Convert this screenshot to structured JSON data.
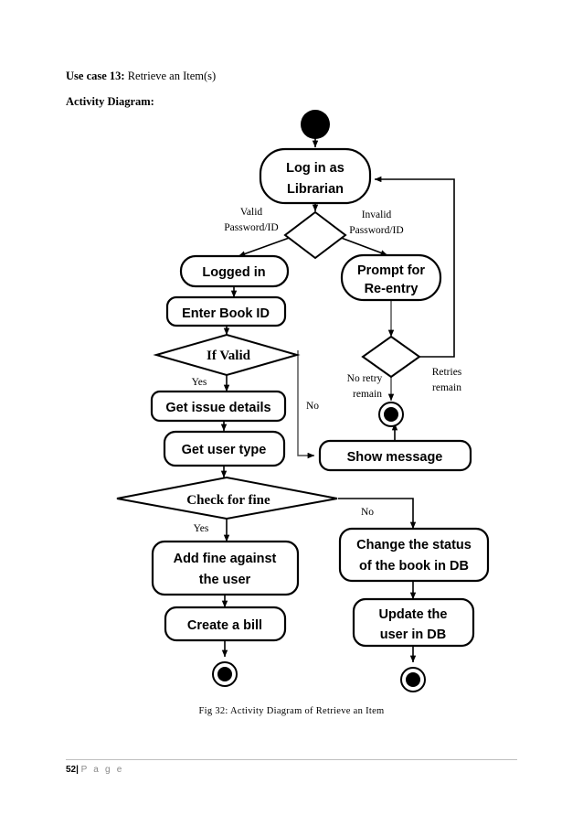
{
  "document": {
    "use_case_label": "Use case 13:",
    "use_case_title": "Retrieve an Item(s)",
    "section_label": "Activity Diagram:",
    "caption": "Fig 32: Activity Diagram of Retrieve an Item",
    "footer_page_number": "52",
    "footer_separator": "|",
    "footer_word": "P a g e"
  },
  "diagram": {
    "type": "uml-activity-diagram",
    "title": "Activity Diagram of Retrieve an Item",
    "colors": {
      "stroke": "#000000",
      "fill": "#ffffff",
      "connector": "#000000"
    },
    "nodes": {
      "start": "initial-node",
      "login": "Log in as Librarian",
      "login_line1": "Log in as",
      "login_line2": "Librarian",
      "auth_decision": "auth-decision",
      "logged_in": "Logged in",
      "enter_book_id": "Enter Book ID",
      "prompt_reentry_line1": "Prompt for",
      "prompt_reentry_line2": "Re-entry",
      "retry_decision": "retry-decision",
      "if_valid": "If Valid",
      "get_issue_details": "Get issue details",
      "get_user_type": "Get user type",
      "show_message": "Show   message",
      "check_for_fine": "Check for fine",
      "add_fine_line1": "Add fine against",
      "add_fine_line2": "the user",
      "create_a_bill": "Create a bill",
      "change_status_line1": "Change the status",
      "change_status_line2": "of the book in DB",
      "update_user_line1": "Update the",
      "update_user_line2": "user in DB",
      "end_retry": "final-node",
      "end_bill": "final-node",
      "end_update": "final-node"
    },
    "edge_labels": {
      "valid_line1": "Valid",
      "valid_line2": "Password/ID",
      "invalid_line1": "Invalid",
      "invalid_line2": "Password/ID",
      "no_retry_line1": "No retry",
      "no_retry_line2": "remain",
      "retries_line1": "Retries",
      "retries_line2": "remain",
      "if_valid_yes": "Yes",
      "if_valid_no": "No",
      "fine_yes": "Yes",
      "fine_no": "No"
    }
  }
}
